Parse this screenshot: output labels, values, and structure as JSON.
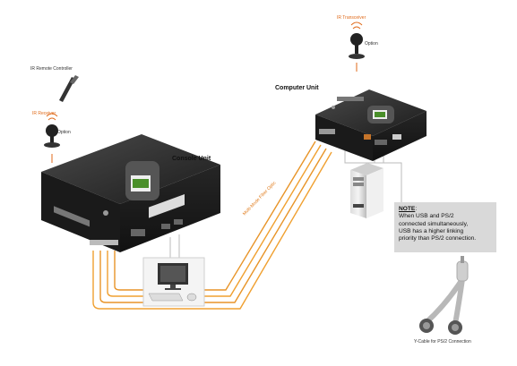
{
  "labels": {
    "ir_remote_controller": "IR Remote Controller",
    "ir_receiver": "IR Receiver",
    "option_left": "Option",
    "ir_transceiver": "IR Transceiver",
    "option_right": "Option",
    "computer_unit": "Computer Unit",
    "console_unit": "Console Unit",
    "fiber_cable": "Multi-Mode Fiber Optic",
    "y_cable": "Y-Cable for PS/2 Connection"
  },
  "note": {
    "title": "NOTE",
    "colon": ":",
    "line1": "When USB and PS/2",
    "line2": "connected simultaneously,",
    "line3": "USB has a higher linking",
    "line4": "priority than PS/2 connection."
  },
  "colors": {
    "cable": "#f0a030",
    "cable_dark": "#d8861c",
    "accent_orange": "#e06a1a",
    "device_body": "#2a2a2a",
    "note_background": "#d9d9d9"
  }
}
